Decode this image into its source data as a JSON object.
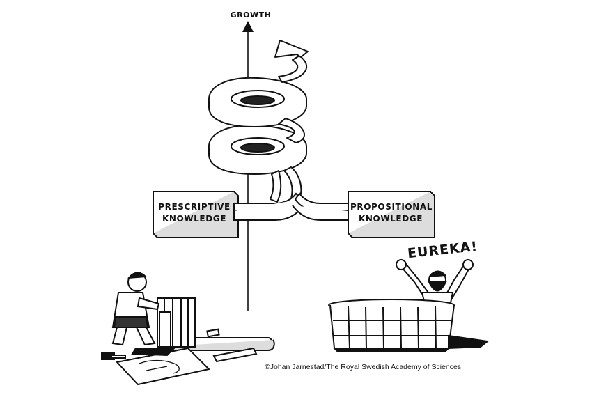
{
  "axis": {
    "label": "GROWTH"
  },
  "left_box": {
    "line1": "PRESCRIPTIVE",
    "line2": "KNOWLEDGE"
  },
  "right_box": {
    "line1": "PROPOSITIONAL",
    "line2": "KNOWLEDGE"
  },
  "bath_scene": {
    "exclamation": "EUREKA!"
  },
  "credit": "©Johan Jarnestad/The Royal Swedish Academy of Sciences",
  "colors": {
    "ink": "#111111",
    "paper": "#ffffff",
    "shadow": "#1a1a1a"
  }
}
